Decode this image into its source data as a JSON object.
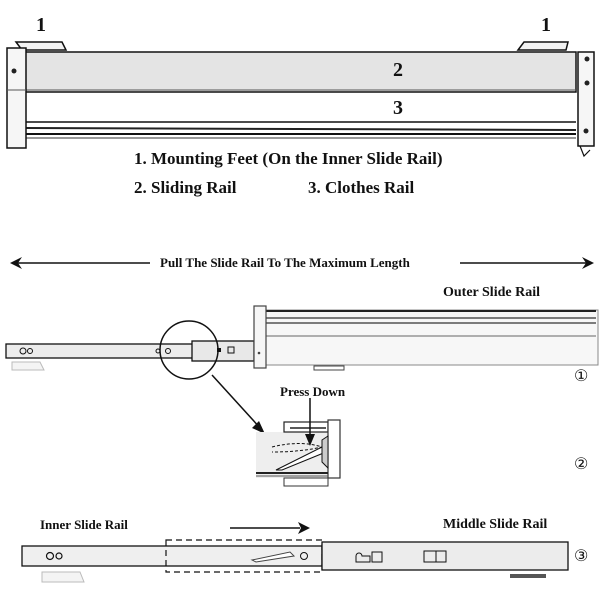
{
  "top_diagram": {
    "callouts": {
      "feet_left": "1",
      "feet_right": "1",
      "sliding_rail": "2",
      "clothes_rail": "3"
    },
    "legend": {
      "line1": "1. Mounting Feet (On the Inner Slide Rail)",
      "line2_a": "2. Sliding Rail",
      "line2_b": "3. Clothes Rail"
    }
  },
  "instruction": {
    "headline": "Pull The Slide Rail To The Maximum Length",
    "outer_rail_label": "Outer Slide Rail",
    "press_down_label": "Press Down",
    "inner_rail_label": "Inner Slide Rail",
    "middle_rail_label": "Middle Slide Rail",
    "steps": [
      "①",
      "②",
      "③"
    ]
  },
  "colors": {
    "ink": "#111111",
    "rail_fill": "#e6e6e6",
    "light_fill": "#f4f4f4"
  }
}
